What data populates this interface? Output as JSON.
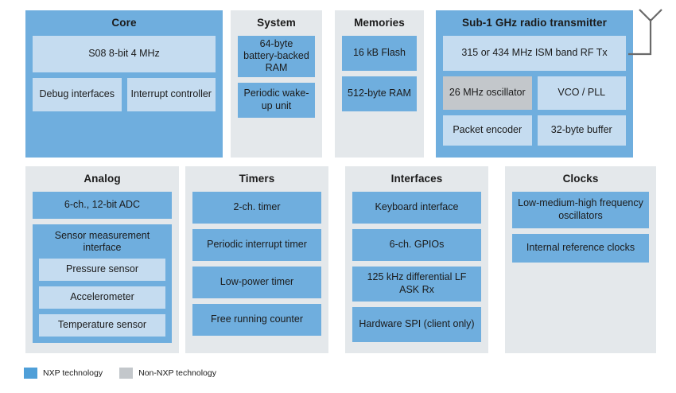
{
  "legend": {
    "nxp_label": "NXP technology",
    "nonnxp_label": "Non-NXP technology",
    "nxp_color": "#4f9fd8",
    "nonnxp_color": "#c3c7cb"
  },
  "colors": {
    "panel_gray": "#e4e8eb",
    "panel_blue": "#6faede",
    "block_blue": "#6faede",
    "block_light_blue": "#c5dcf0",
    "block_gray": "#c3c7cb",
    "background": "#ffffff"
  },
  "panels": {
    "core": {
      "title": "Core",
      "blocks": {
        "cpu": "S08 8-bit 4 MHz",
        "debug": "Debug interfaces",
        "interrupt": "Interrupt controller"
      }
    },
    "system": {
      "title": "System",
      "blocks": {
        "bbram": "64-byte battery-backed RAM",
        "wakeup": "Periodic wake-up unit"
      }
    },
    "memories": {
      "title": "Memories",
      "blocks": {
        "flash": "16 kB Flash",
        "ram": "512-byte RAM"
      }
    },
    "radio": {
      "title": "Sub-1 GHz radio transmitter",
      "blocks": {
        "rf_tx": "315 or 434 MHz ISM band RF Tx",
        "oscillator": "26 MHz oscillator",
        "vco_pll": "VCO / PLL",
        "packet_encoder": "Packet encoder",
        "buffer": "32-byte buffer"
      }
    },
    "analog": {
      "title": "Analog",
      "blocks": {
        "adc": "6-ch., 12-bit ADC",
        "sensor_interface": "Sensor measurement interface",
        "pressure": "Pressure sensor",
        "accelerometer": "Accelerometer",
        "temperature": "Temperature sensor"
      }
    },
    "timers": {
      "title": "Timers",
      "blocks": {
        "two_ch": "2-ch. timer",
        "periodic_interrupt": "Periodic interrupt timer",
        "low_power": "Low-power timer",
        "free_running": "Free running counter"
      }
    },
    "interfaces": {
      "title": "Interfaces",
      "blocks": {
        "keyboard": "Keyboard interface",
        "gpio": "6-ch. GPIOs",
        "lf_ask": "125 kHz differential LF ASK Rx",
        "spi": "Hardware SPI (client only)"
      }
    },
    "clocks": {
      "title": "Clocks",
      "blocks": {
        "oscillators": "Low-medium-high frequency oscillators",
        "reference": "Internal reference clocks"
      }
    }
  }
}
